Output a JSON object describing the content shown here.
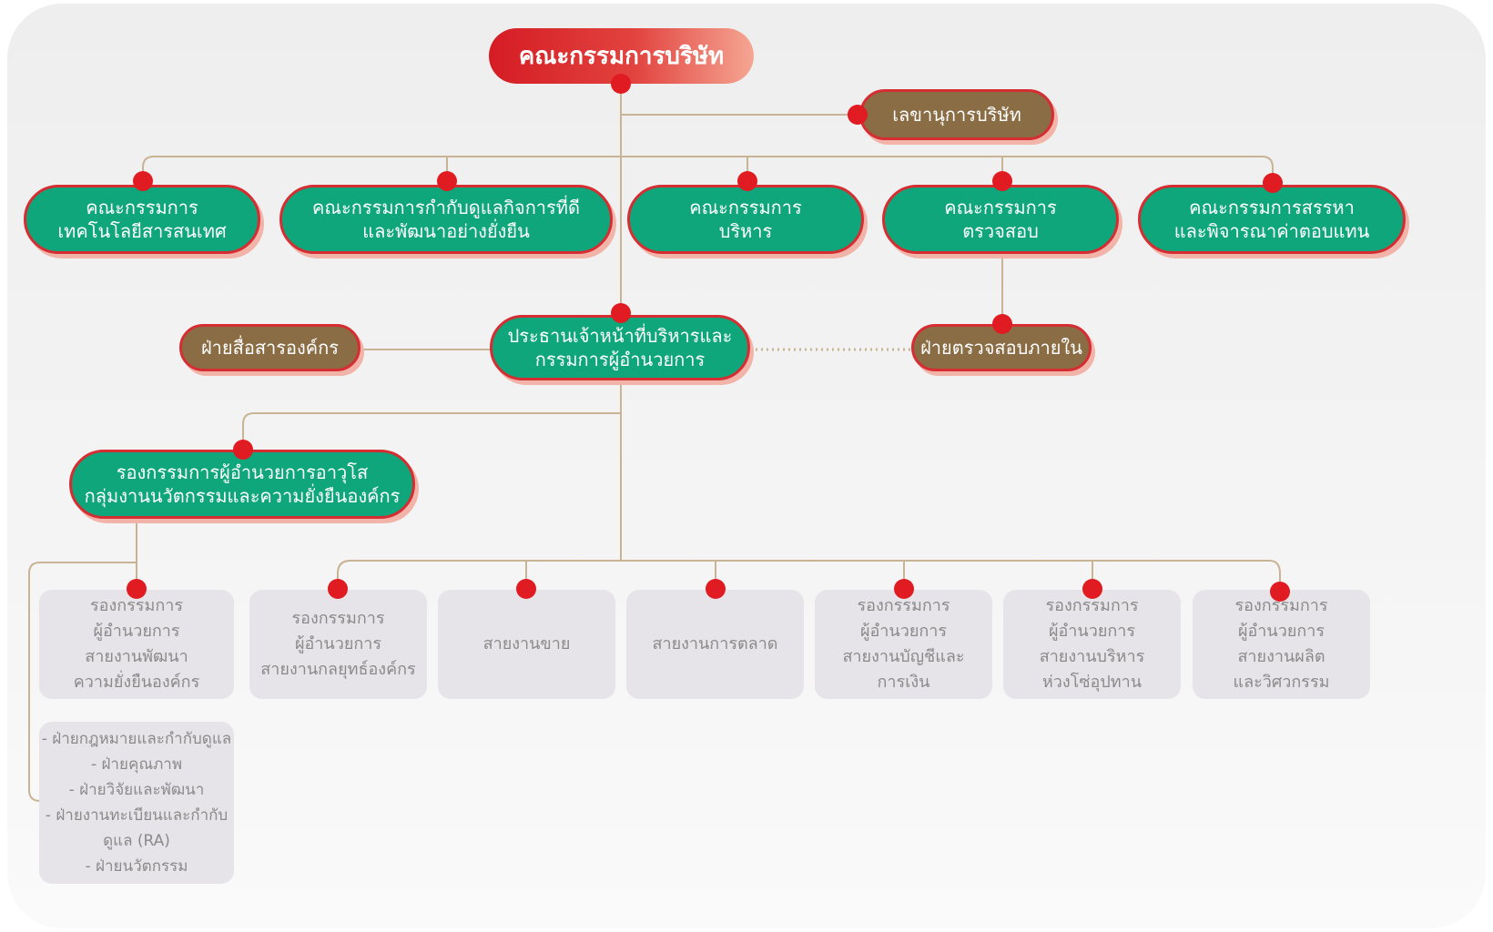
{
  "colors": {
    "green": "#0ea67a",
    "brown": "#8a6d45",
    "red": "#e11b22",
    "line": "#c8b394",
    "box": "#e6e4e8",
    "box_text": "#8a8a8a"
  },
  "board": "คณะกรรมการบริษัท",
  "secretary": "เลขานุการบริษัท",
  "committees": [
    "คณะกรรมการ\nเทคโนโลยีสารสนเทศ",
    "คณะกรรมการกำกับดูแลกิจการที่ดี\nและพัฒนาอย่างยั่งยืน",
    "คณะกรรมการ\nบริหาร",
    "คณะกรรมการ\nตรวจสอบ",
    "คณะกรรมการสรรหา\nและพิจารณาค่าตอบแทน"
  ],
  "ceo": "ประธานเจ้าหน้าที่บริหารและ\nกรรมการผู้อำนวยการ",
  "corp_comm": "ฝ่ายสื่อสารองค์กร",
  "internal_audit": "ฝ่ายตรวจสอบภายใน",
  "svp": "รองกรรมการผู้อำนวยการอาวุโส\nกลุ่มงานนวัตกรรมและความยั่งยืนองค์กร",
  "divisions": [
    "รองกรรมการ\nผู้อำนวยการ\nสายงานพัฒนา\nความยั่งยืนองค์กร",
    "รองกรรมการ\nผู้อำนวยการ\nสายงานกลยุทธ์องค์กร",
    "สายงานขาย",
    "สายงานการตลาด",
    "รองกรรมการ\nผู้อำนวยการ\nสายงานบัญชีและ\nการเงิน",
    "รองกรรมการ\nผู้อำนวยการ\nสายงานบริหาร\nห่วงโซ่อุปทาน",
    "รองกรรมการ\nผู้อำนวยการ\nสายงานผลิต\nและวิศวกรรม"
  ],
  "sub_units": [
    "- ฝ่ายกฎหมายและกำกับดูแล",
    "- ฝ่ายคุณภาพ",
    "- ฝ่ายวิจัยและพัฒนา",
    "- ฝ่ายงานทะเบียนและกำกับ\nดูแล (RA)",
    "- ฝ่ายนวัตกรรม"
  ]
}
